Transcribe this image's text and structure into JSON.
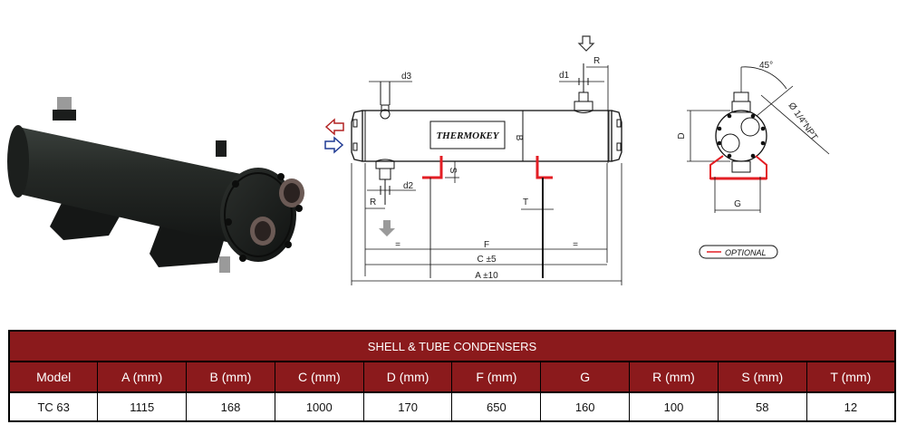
{
  "colors": {
    "table_header_bg": "#8b1a1c",
    "table_header_text": "#ffffff",
    "optional_red": "#e31e24",
    "arrow_out_red": "#b22222",
    "arrow_in_blue": "#1f3a93",
    "arrow_drain_gray": "#9a9a9a"
  },
  "side_view": {
    "brand_label": "THERMOKEY",
    "labels": {
      "d1": "d1",
      "d2": "d2",
      "d3": "d3",
      "R_top": "R",
      "R_bottom": "R",
      "B": "B",
      "S": "S",
      "T": "T",
      "eq_left": "=",
      "F": "F",
      "eq_right": "=",
      "C": "C ±5",
      "A": "A ±10"
    }
  },
  "end_view": {
    "labels": {
      "angle": "45°",
      "npt": "Ø 1/4\"NPT",
      "D": "D",
      "G": "G"
    },
    "legend_label": "OPTIONAL"
  },
  "table": {
    "title": "SHELL & TUBE CONDENSERS",
    "headers": [
      "Model",
      "A (mm)",
      "B (mm)",
      "C (mm)",
      "D (mm)",
      "F (mm)",
      "G",
      "R (mm)",
      "S (mm)",
      "T (mm)"
    ],
    "rows": [
      [
        "TC 63",
        "1115",
        "168",
        "1000",
        "170",
        "650",
        "160",
        "100",
        "58",
        "12"
      ]
    ]
  }
}
